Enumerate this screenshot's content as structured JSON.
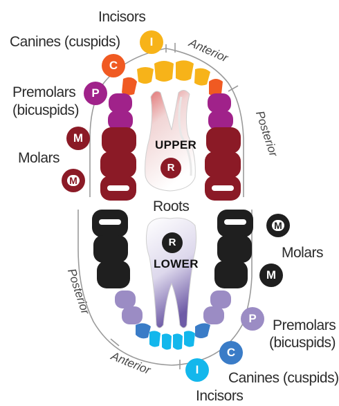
{
  "colors": {
    "incisors_upper": "#f7b319",
    "canines_upper": "#f05a22",
    "premolars_upper": "#a0228a",
    "molars_upper": "#8b1a26",
    "molars_lower": "#1f1f1f",
    "premolars_lower": "#9b8cc4",
    "canines_lower": "#3a7cc7",
    "incisors_lower": "#13b7ec",
    "arc": "#9a9a9a"
  },
  "upper": {
    "incisors_label": "Incisors",
    "canines_label": "Canines (cuspids)",
    "premolars_label_1": "Premolars",
    "premolars_label_2": "(bicuspids)",
    "molars_label": "Molars",
    "anterior_label": "Anterior",
    "posterior_label": "Posterior",
    "jaw_label": "UPPER",
    "badge_incisor": "I",
    "badge_canine": "C",
    "badge_premolar": "P",
    "badge_molar": "M",
    "badge_molar_alt": "M"
  },
  "center": {
    "roots_label": "Roots",
    "badge_r": "R"
  },
  "lower": {
    "molars_label": "Molars",
    "premolars_label_1": "Premolars",
    "premolars_label_2": "(bicuspids)",
    "canines_label": "Canines (cuspids)",
    "incisors_label": "Incisors",
    "posterior_label": "Posterior",
    "anterior_label": "Anterior",
    "jaw_label": "LOWER",
    "badge_incisor": "I",
    "badge_canine": "C",
    "badge_premolar": "P",
    "badge_molar": "M",
    "badge_molar_alt": "M"
  }
}
